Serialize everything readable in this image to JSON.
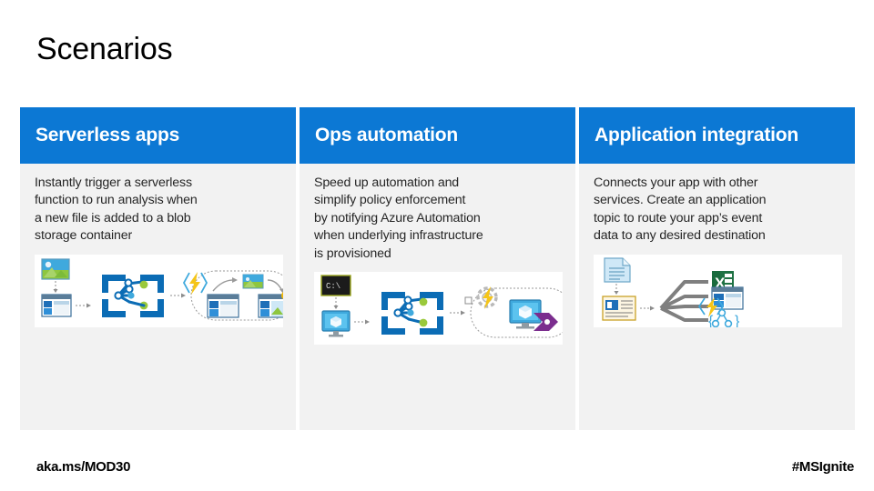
{
  "slide": {
    "title": "Scenarios",
    "accent_color": "#0c78d4",
    "panel_bg": "#f2f2f2",
    "figure_bg": "#ffffff"
  },
  "columns": [
    {
      "header": "Serverless apps",
      "description": "Instantly trigger a serverless\nfunction to run analysis when\na new file is added to a blob\nstorage container",
      "figure": {
        "name": "serverless-apps-diagram",
        "nodes": [
          "image-file-icon",
          "blob-storage-icon",
          "event-grid-icon",
          "azure-functions-lightning-icon",
          "image-processing-icon",
          "thumbnail-icon",
          "processed-image-icon"
        ]
      }
    },
    {
      "header": "Ops automation",
      "description": "Speed up automation and\nsimplify policy enforcement\nby notifying Azure Automation\nwhen underlying infrastructure\nis provisioned",
      "figure": {
        "name": "ops-automation-diagram",
        "nodes": [
          "cli-terminal-icon",
          "virtual-machine-icon",
          "event-grid-icon",
          "automation-gear-lightning-icon",
          "resource-icon",
          "tag-icon"
        ]
      }
    },
    {
      "header": "Application integration",
      "description": "Connects your app with other\nservices. Create an application\ntopic to route your app’s event\ndata to any desired destination",
      "figure": {
        "name": "application-integration-diagram",
        "nodes": [
          "document-icon",
          "application-icon",
          "excel-icon",
          "dashboard-icon",
          "azure-functions-lightning-icon",
          "logic-app-icon"
        ]
      }
    }
  ],
  "footer": {
    "left": "aka.ms/MOD30",
    "right": "#MSIgnite"
  }
}
